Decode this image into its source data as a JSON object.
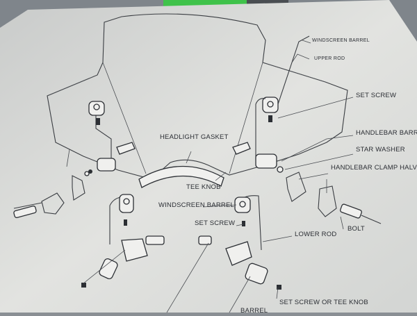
{
  "labels": {
    "windscreen_barrel_top": "WINDSCREEN BARREL",
    "upper_rod": "UPPER ROD",
    "set_screw_top": "SET SCREW",
    "handlebar_barrel": "HANDLEBAR BARREL",
    "star_washer": "STAR WASHER",
    "handlebar_clamp_halves": "HANDLEBAR CLAMP HALVES",
    "headlight_gasket": "HEADLIGHT GASKET",
    "tee_knob": "TEE KNOB",
    "windscreen_barrel_mid": "WINDSCREEN BARREL",
    "set_screw_mid": "SET SCREW",
    "lower_rod": "LOWER ROD",
    "bolt": "BOLT",
    "set_screw_or_tee_knob": "SET SCREW OR TEE KNOB",
    "barrel_bottom": "BARREL"
  },
  "colors": {
    "paper": "#dedfdc",
    "ink": "#2c2f34",
    "background": "#8a8f94",
    "green_accent": "#3fc24a"
  }
}
